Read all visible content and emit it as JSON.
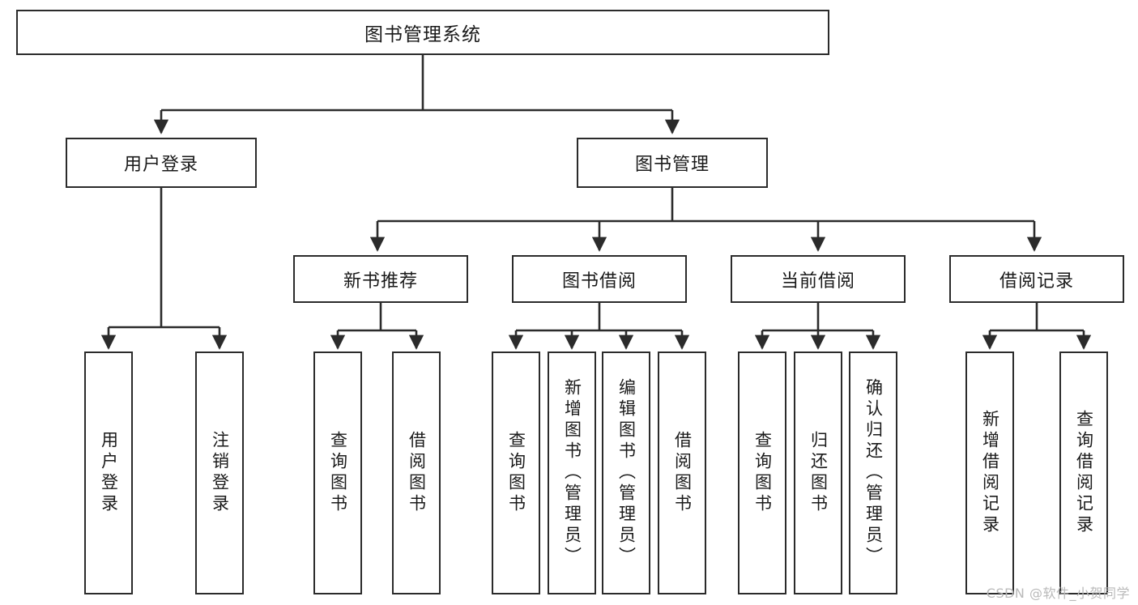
{
  "diagram": {
    "type": "tree-hierarchy-diagram",
    "title": "图书管理系统",
    "colors": {
      "box_border": "#2b2b2b",
      "box_fill": "#ffffff",
      "connector": "#2b2b2b",
      "text": "#1a1a1a",
      "watermark": "#b9b9b9",
      "background": "#ffffff"
    },
    "root": {
      "label": "图书管理系统"
    },
    "level2": [
      {
        "label": "用户登录"
      },
      {
        "label": "图书管理"
      }
    ],
    "level3": [
      {
        "label": "新书推荐"
      },
      {
        "label": "图书借阅"
      },
      {
        "label": "当前借阅"
      },
      {
        "label": "借阅记录"
      }
    ],
    "leaves": {
      "user_login": [
        {
          "label": "用户登录"
        },
        {
          "label": "注销登录"
        }
      ],
      "new_book_recommend": [
        {
          "label": "查询图书"
        },
        {
          "label": "借阅图书"
        }
      ],
      "book_borrow": [
        {
          "label": "查询图书"
        },
        {
          "label": "新增图书（管理员）"
        },
        {
          "label": "编辑图书（管理员）"
        },
        {
          "label": "借阅图书"
        }
      ],
      "current_borrow": [
        {
          "label": "查询图书"
        },
        {
          "label": "归还图书"
        },
        {
          "label": "确认归还（管理员）"
        }
      ],
      "borrow_record": [
        {
          "label": "新增借阅记录"
        },
        {
          "label": "查询借阅记录"
        }
      ]
    },
    "watermark": "CSDN @软件_小贺同学"
  }
}
